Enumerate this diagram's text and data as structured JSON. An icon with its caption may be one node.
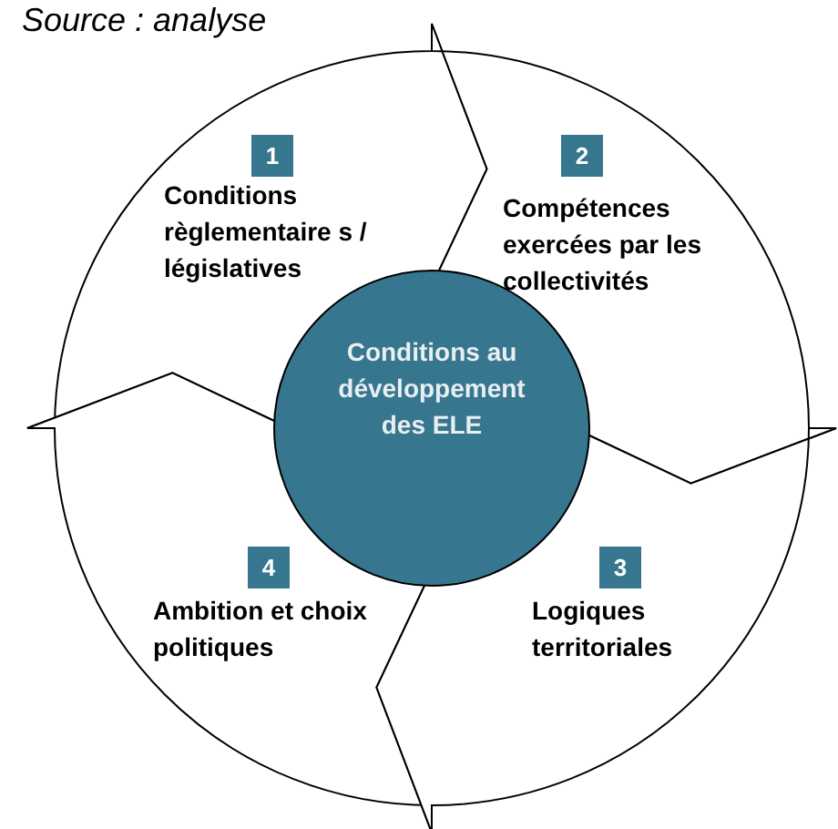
{
  "diagram": {
    "nodes": [
      {
        "text": [
          "1",
          "Conditions règlementaire s / législatives"
        ]
      },
      {
        "text": [
          "2",
          "Compétences exercées par les collectivités"
        ]
      },
      {
        "text": [
          "Conditions au développement des ELE"
        ]
      },
      {
        "text": [
          "4",
          "Ambition et choix politiques"
        ]
      },
      {
        "text": [
          "3",
          "Logiques territoriales"
        ]
      }
    ],
    "labels": [
      "Source : analyse"
    ]
  }
}
